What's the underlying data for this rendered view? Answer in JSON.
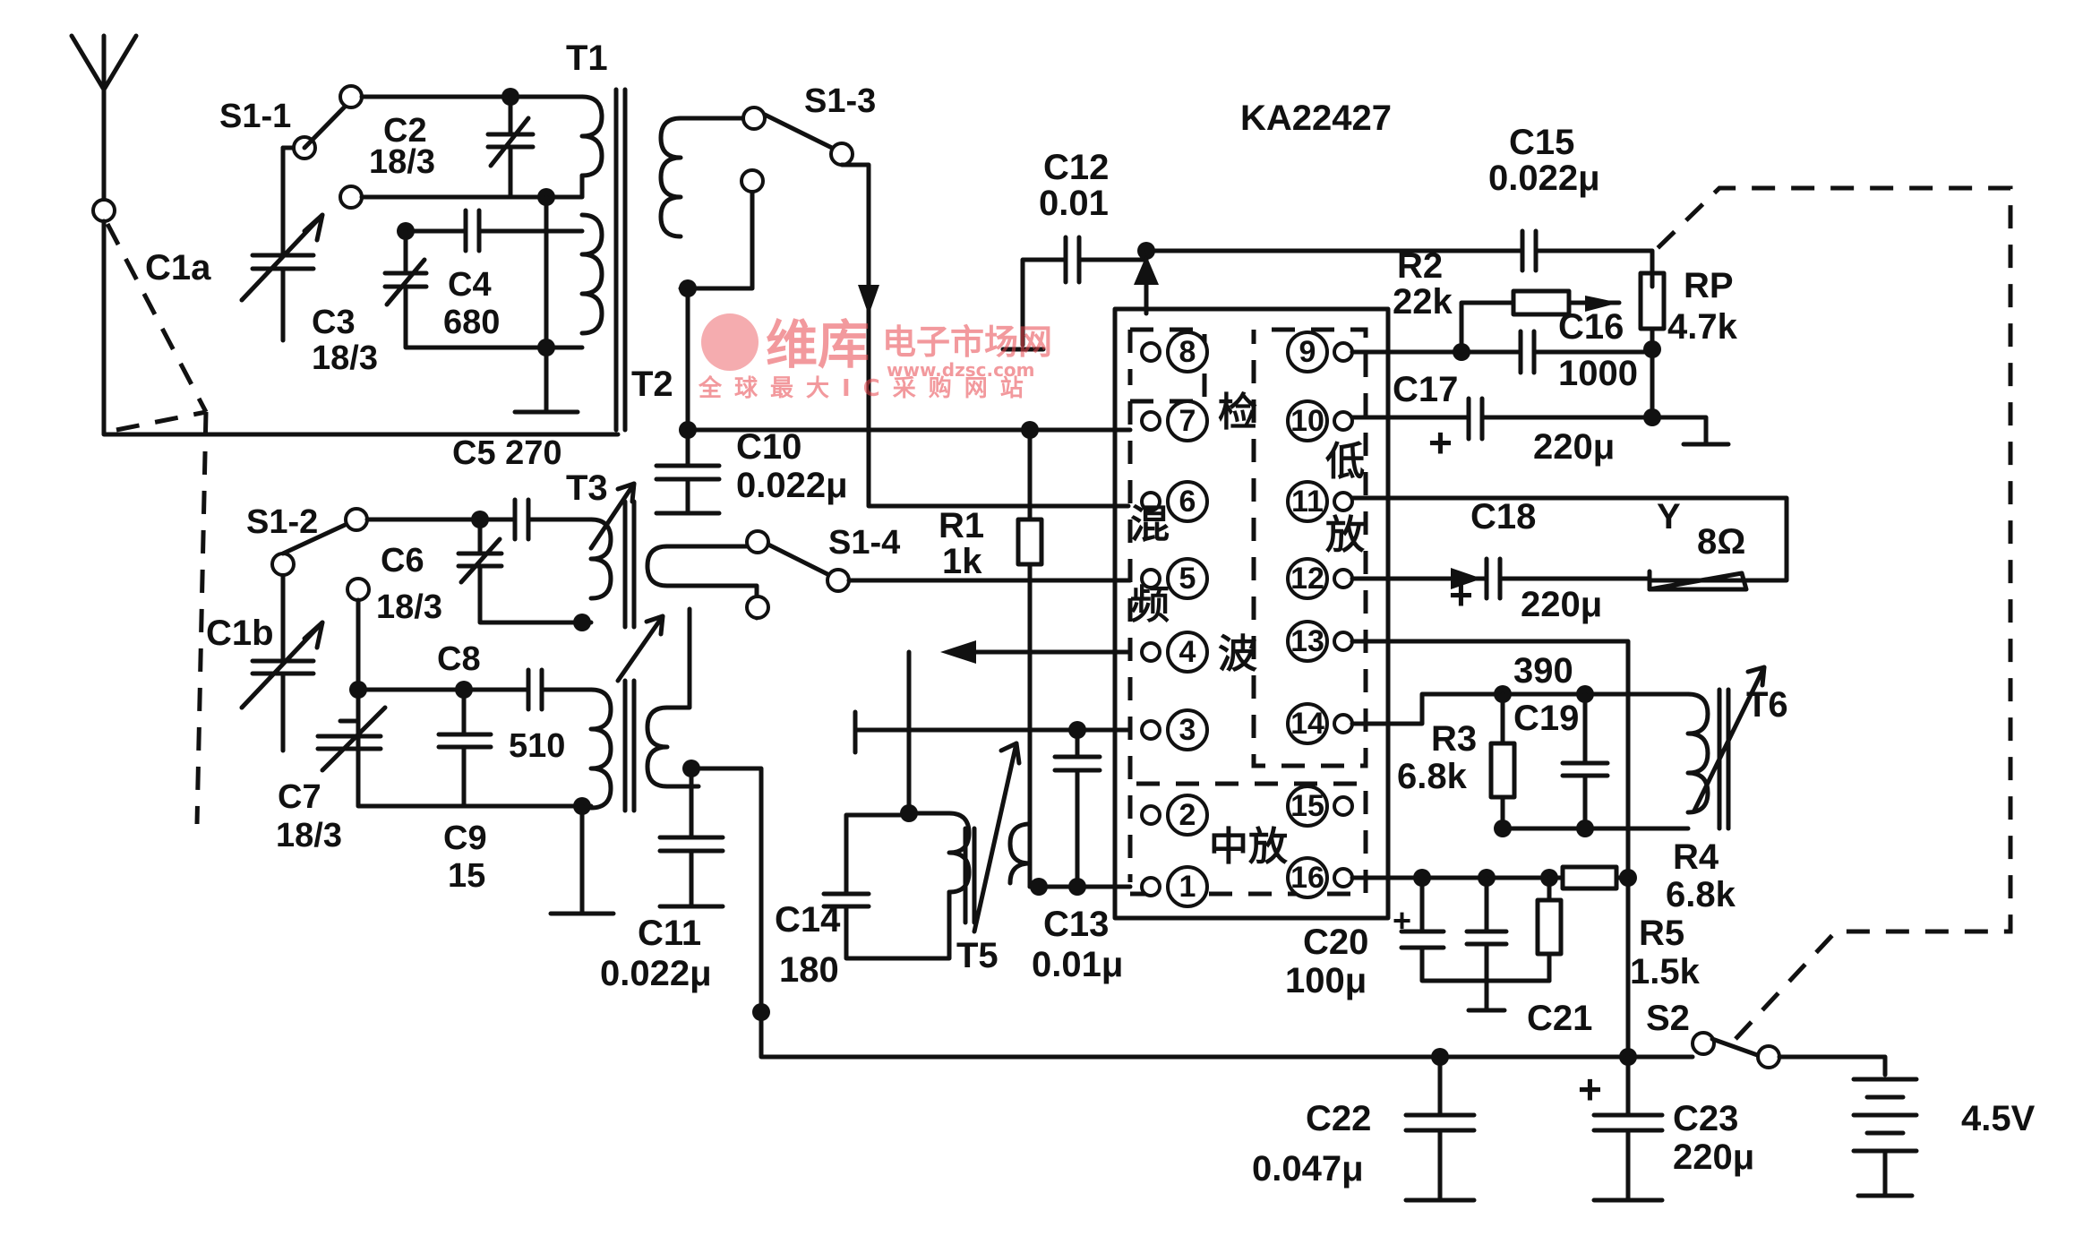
{
  "ic": {
    "name": "KA22427",
    "pins": [
      "1",
      "2",
      "3",
      "4",
      "5",
      "6",
      "7",
      "8",
      "9",
      "10",
      "11",
      "12",
      "13",
      "14",
      "15",
      "16"
    ],
    "blocks": {
      "mixer": [
        "混",
        "频"
      ],
      "detector": [
        "检",
        "波"
      ],
      "audio_amp": [
        "低",
        "放"
      ],
      "if_amp": "中放"
    }
  },
  "components": {
    "C1a": "C1a",
    "C1b": "C1b",
    "S1_1": "S1-1",
    "S1_2": "S1-2",
    "S1_3": "S1-3",
    "S1_4": "S1-4",
    "S2": "S2",
    "T1": "T1",
    "T2": "T2",
    "T3": "T3",
    "T5": "T5",
    "T6": "T6",
    "C2": [
      "C2",
      "18/3"
    ],
    "C3": [
      "C3",
      "18/3"
    ],
    "C4": [
      "C4",
      "680"
    ],
    "C5": "C5 270",
    "C6": [
      "C6",
      "18/3"
    ],
    "C7": [
      "C7",
      "18/3"
    ],
    "C8": "C8",
    "C8v": "510",
    "C9": [
      "C9",
      "15"
    ],
    "C10": [
      "C10",
      "0.022μ"
    ],
    "C11": [
      "C11",
      "0.022μ"
    ],
    "C12": [
      "C12",
      "0.01"
    ],
    "C13": [
      "C13",
      "0.01μ"
    ],
    "C14": [
      "C14",
      "180"
    ],
    "C15": [
      "C15",
      "0.022μ"
    ],
    "C16": [
      "C16",
      "1000"
    ],
    "C17": [
      "C17",
      "220μ"
    ],
    "C18": [
      "C18",
      "220μ"
    ],
    "C19": [
      "C19",
      "390"
    ],
    "C20": [
      "C20",
      "100μ"
    ],
    "C21": "C21",
    "C22": [
      "C22",
      "0.047μ"
    ],
    "C23": [
      "C23",
      "220μ"
    ],
    "R1": [
      "R1",
      "1k"
    ],
    "R2": [
      "R2",
      "22k"
    ],
    "R3": [
      "R3",
      "6.8k"
    ],
    "R4": [
      "R4",
      "6.8k"
    ],
    "R5": [
      "R5",
      "1.5k"
    ],
    "RP": [
      "RP",
      "4.7k"
    ],
    "Y": [
      "Y",
      "8Ω"
    ],
    "battery": "4.5V"
  },
  "watermark": {
    "brand": "维库",
    "site": "电子市场网",
    "url": "www.dzsc.com",
    "slogan": "全球最大IC采购网站"
  }
}
